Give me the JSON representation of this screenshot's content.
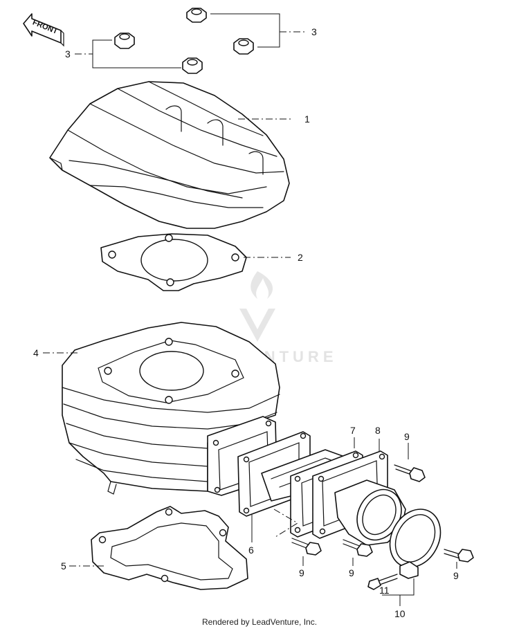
{
  "diagram": {
    "front_label": "FRONT",
    "watermark": "LEADVENTURE",
    "footer": "Rendered by LeadVenture, Inc.",
    "callouts": {
      "c1": "1",
      "c2": "2",
      "c3a": "3",
      "c3b": "3",
      "c4": "4",
      "c5": "5",
      "c6": "6",
      "c7": "7",
      "c8": "8",
      "c9a": "9",
      "c9b": "9",
      "c9c": "9",
      "c9d": "9",
      "c10": "10",
      "c11": "11"
    }
  }
}
